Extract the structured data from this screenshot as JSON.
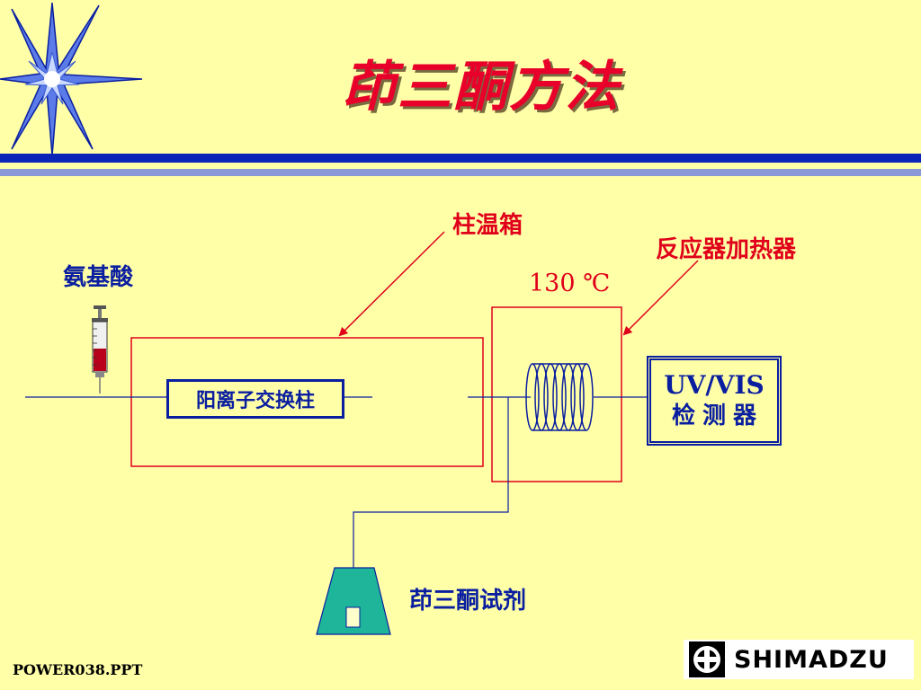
{
  "slide": {
    "title": "茚三酮方法",
    "footer": "POWER038.PPT"
  },
  "labels": {
    "amino_acid": "氨基酸",
    "column_oven": "柱温箱",
    "reactor_heater": "反应器加热器",
    "temperature": "130 ℃",
    "ion_exchange_column": "阳离子交换柱",
    "detector_line1": "UV/VIS",
    "detector_line2": "检测器",
    "ninhydrin_reagent": "茚三酮试剂"
  },
  "logo": {
    "brand": "SHIMADZU"
  },
  "colors": {
    "background": "#ffffa8",
    "title_red": "#e8002a",
    "label_red": "#e0001a",
    "label_blue": "#0a1ea0",
    "band_blue": "#0a24b8",
    "band_light": "#8a9ad8",
    "reagent_fill": "#1fb59a"
  }
}
